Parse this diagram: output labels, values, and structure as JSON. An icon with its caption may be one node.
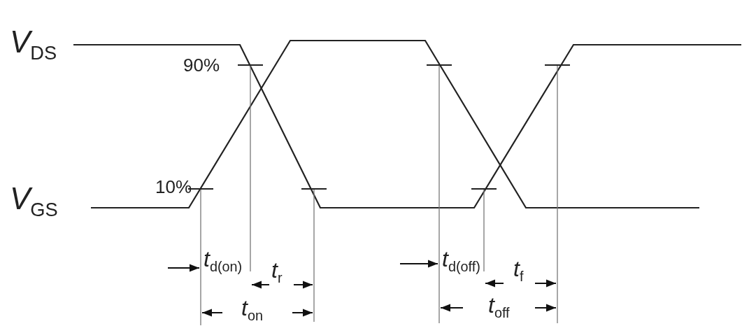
{
  "diagram": {
    "labels": [
      "*V*$_{DS}$",
      "90%",
      "10%",
      "*V*$_{GS}$",
      "*t*$_{d(on)}$",
      "*t*$_{r}$",
      "*t*$_{on}$",
      "*t*$_{d(off)}$",
      "*t*$_{f}$",
      "*t*$_{off}$"
    ]
  }
}
